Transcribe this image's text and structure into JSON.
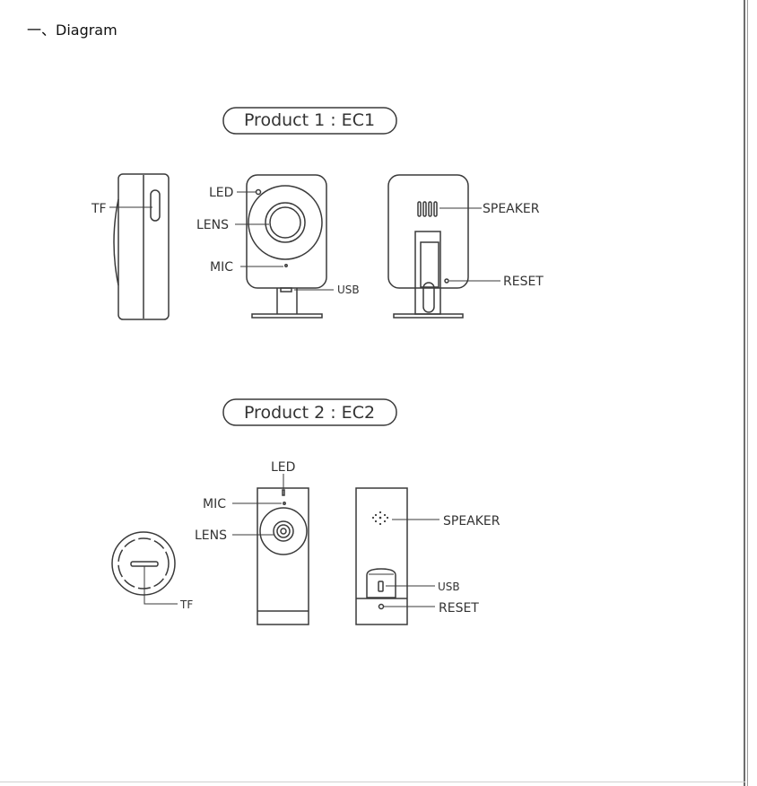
{
  "heading": "一、Diagram",
  "product1": {
    "title": "Product 1 : EC1",
    "labels": {
      "tf": "TF",
      "led": "LED",
      "lens": "LENS",
      "mic": "MIC",
      "usb": "USB",
      "speaker": "SPEAKER",
      "reset": "RESET"
    }
  },
  "product2": {
    "title": "Product 2 : EC2",
    "labels": {
      "led": "LED",
      "mic": "MIC",
      "lens": "LENS",
      "tf": "TF",
      "speaker": "SPEAKER",
      "usb": "USB",
      "reset": "RESET"
    }
  },
  "colors": {
    "line": "#3a3a3a",
    "text": "#333333"
  }
}
